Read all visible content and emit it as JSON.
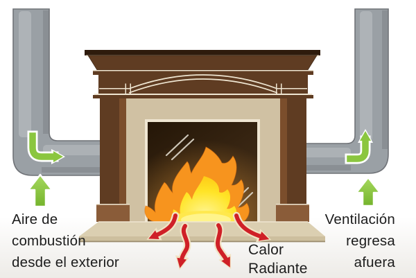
{
  "diagram": {
    "labels": {
      "combustion_air": "Aire de\ncombustión\ndesde el exterior",
      "ventilation": "Ventilación\nregresa\nafuera",
      "radiant_heat": "Calor\nRadiante"
    },
    "colors": {
      "text": "#1c1c1c",
      "duct": "#9aa0a5",
      "duct_edge": "#6f7277",
      "green": "#8bc63f",
      "green_light": "#a6d95e",
      "green_dark": "#74b32c",
      "red": "#cf2027",
      "red_outline": "#f2e3c4",
      "mantel": "#5f3c22",
      "mantel_dark": "#2e1b0c",
      "mantel_light": "#7b4e2c",
      "plinth": "#8a5c39",
      "surround": "#d0c1a3",
      "cream": "#efe6d2",
      "firebox_a": "#241607",
      "firebox_b": "#46301a",
      "hearth_top": "#dbcfb1",
      "hearth_front": "#cdbf9e",
      "hearth_line": "#9c8d6f",
      "flame_outer": "#f7941e",
      "flame_mid": "#ffe427",
      "flame_bright": "#fff48b",
      "glass_line": "#ded8ca"
    }
  }
}
